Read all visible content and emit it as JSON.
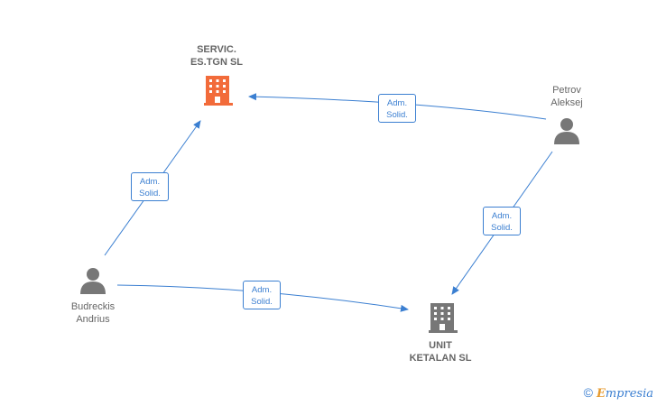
{
  "nodes": {
    "servic": {
      "line1": "SERVIC.",
      "line2": "ES.TGN  SL",
      "type": "company",
      "color": "#f26b3a"
    },
    "unit": {
      "line1": "UNIT",
      "line2": "KETALAN  SL",
      "type": "company",
      "color": "#777777"
    },
    "petrov": {
      "line1": "Petrov",
      "line2": "Aleksej",
      "type": "person",
      "color": "#777777"
    },
    "budreckis": {
      "line1": "Budreckis",
      "line2": "Andrius",
      "type": "person",
      "color": "#777777"
    }
  },
  "edges": [
    {
      "from": "petrov",
      "to": "servic",
      "line1": "Adm.",
      "line2": "Solid."
    },
    {
      "from": "budreckis",
      "to": "servic",
      "line1": "Adm.",
      "line2": "Solid."
    },
    {
      "from": "petrov",
      "to": "unit",
      "line1": "Adm.",
      "line2": "Solid."
    },
    {
      "from": "budreckis",
      "to": "unit",
      "line1": "Adm.",
      "line2": "Solid."
    }
  ],
  "edge_color": "#3b7fd1",
  "brand": {
    "copyright": "©",
    "e": "E",
    "rest": "mpresia"
  }
}
